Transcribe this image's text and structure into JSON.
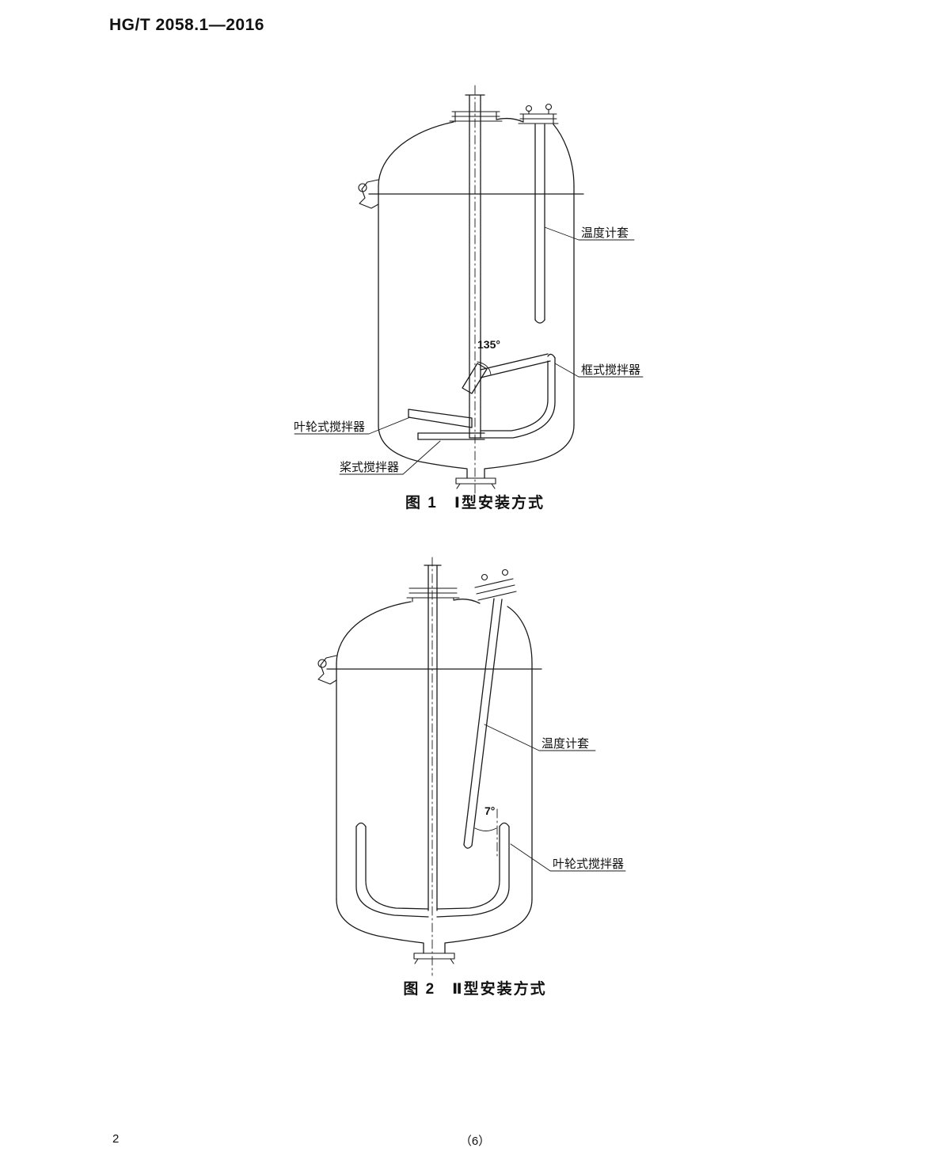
{
  "colors": {
    "ink": "#1a1a1a",
    "paper": "#ffffff"
  },
  "header": {
    "standard_number": "HG/T 2058.1—2016"
  },
  "figure1": {
    "caption": "图 1　Ⅰ型安装方式",
    "labels": {
      "thermometer_sleeve": "温度计套",
      "angle": "135°",
      "frame_agitator": "框式搅拌器",
      "impeller_agitator": "叶轮式搅拌器",
      "paddle_agitator": "桨式搅拌器"
    }
  },
  "figure2": {
    "caption": "图 2　Ⅱ型安装方式",
    "labels": {
      "thermometer_sleeve": "温度计套",
      "angle": "7°",
      "impeller_agitator": "叶轮式搅拌器"
    }
  },
  "footer": {
    "page_number": "2",
    "center": "（6）"
  }
}
